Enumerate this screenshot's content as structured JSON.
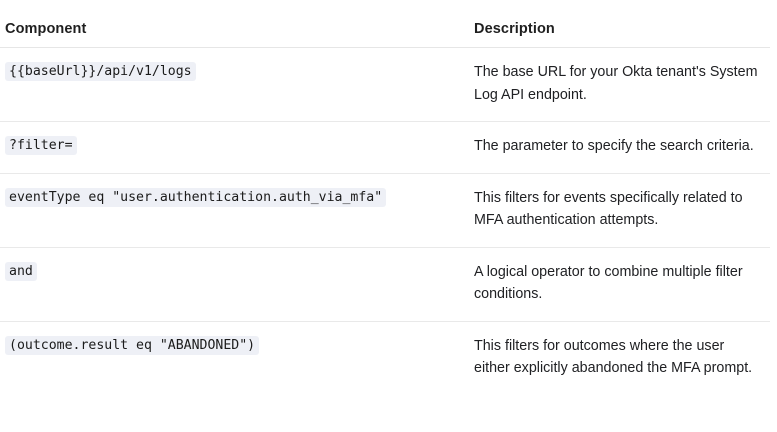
{
  "table": {
    "headers": {
      "component": "Component",
      "description": "Description"
    },
    "rows": [
      {
        "component": "{{baseUrl}}/api/v1/logs",
        "description": "The base URL for your Okta tenant's System Log API endpoint."
      },
      {
        "component": "?filter=",
        "description": "The parameter to specify the search criteria."
      },
      {
        "component": "eventType eq \"user.authentication.auth_via_mfa\"",
        "description": "This filters for events specifically related to MFA authentication attempts."
      },
      {
        "component": "and",
        "description": "A logical operator to combine multiple filter conditions."
      },
      {
        "component": "(outcome.result eq \"ABANDONED\")",
        "description": "This filters for outcomes where the user either explicitly abandoned the MFA prompt."
      }
    ]
  },
  "colors": {
    "page_background": "#ffffff",
    "text": "#202124",
    "header_text": "#1f1f1f",
    "code_background": "#eef0f6",
    "code_text": "#1b1b1b",
    "row_divider": "#e9e9e9",
    "header_divider": "#e6e6e6"
  }
}
